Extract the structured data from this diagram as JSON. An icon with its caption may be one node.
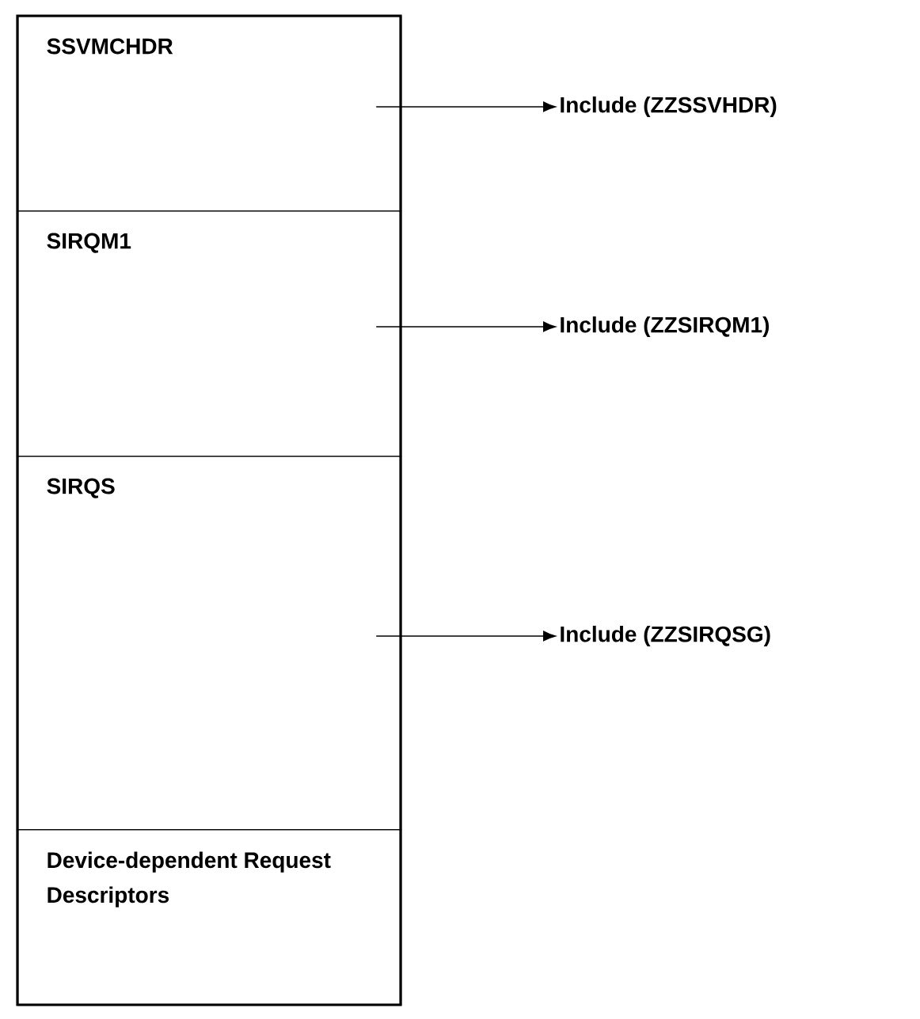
{
  "diagram": {
    "nodes": [
      {
        "text": [
          "SSVMCHDR"
        ]
      },
      {
        "text": [
          "SIRQM1"
        ]
      },
      {
        "text": [
          "SIRQS"
        ]
      },
      {
        "text": [
          "Device-dependent Request Descriptors"
        ]
      },
      {
        "text": [
          "Include (ZZSSVHDR)"
        ]
      },
      {
        "text": [
          "Include (ZZSIRQM1)"
        ]
      },
      {
        "text": [
          "Include (ZZSIRQSG)"
        ]
      }
    ],
    "edges": [
      {
        "from": 0,
        "to": 4,
        "arrow": "to"
      },
      {
        "from": 1,
        "to": 5,
        "arrow": "to"
      },
      {
        "from": 2,
        "to": 6,
        "arrow": "to"
      }
    ]
  }
}
